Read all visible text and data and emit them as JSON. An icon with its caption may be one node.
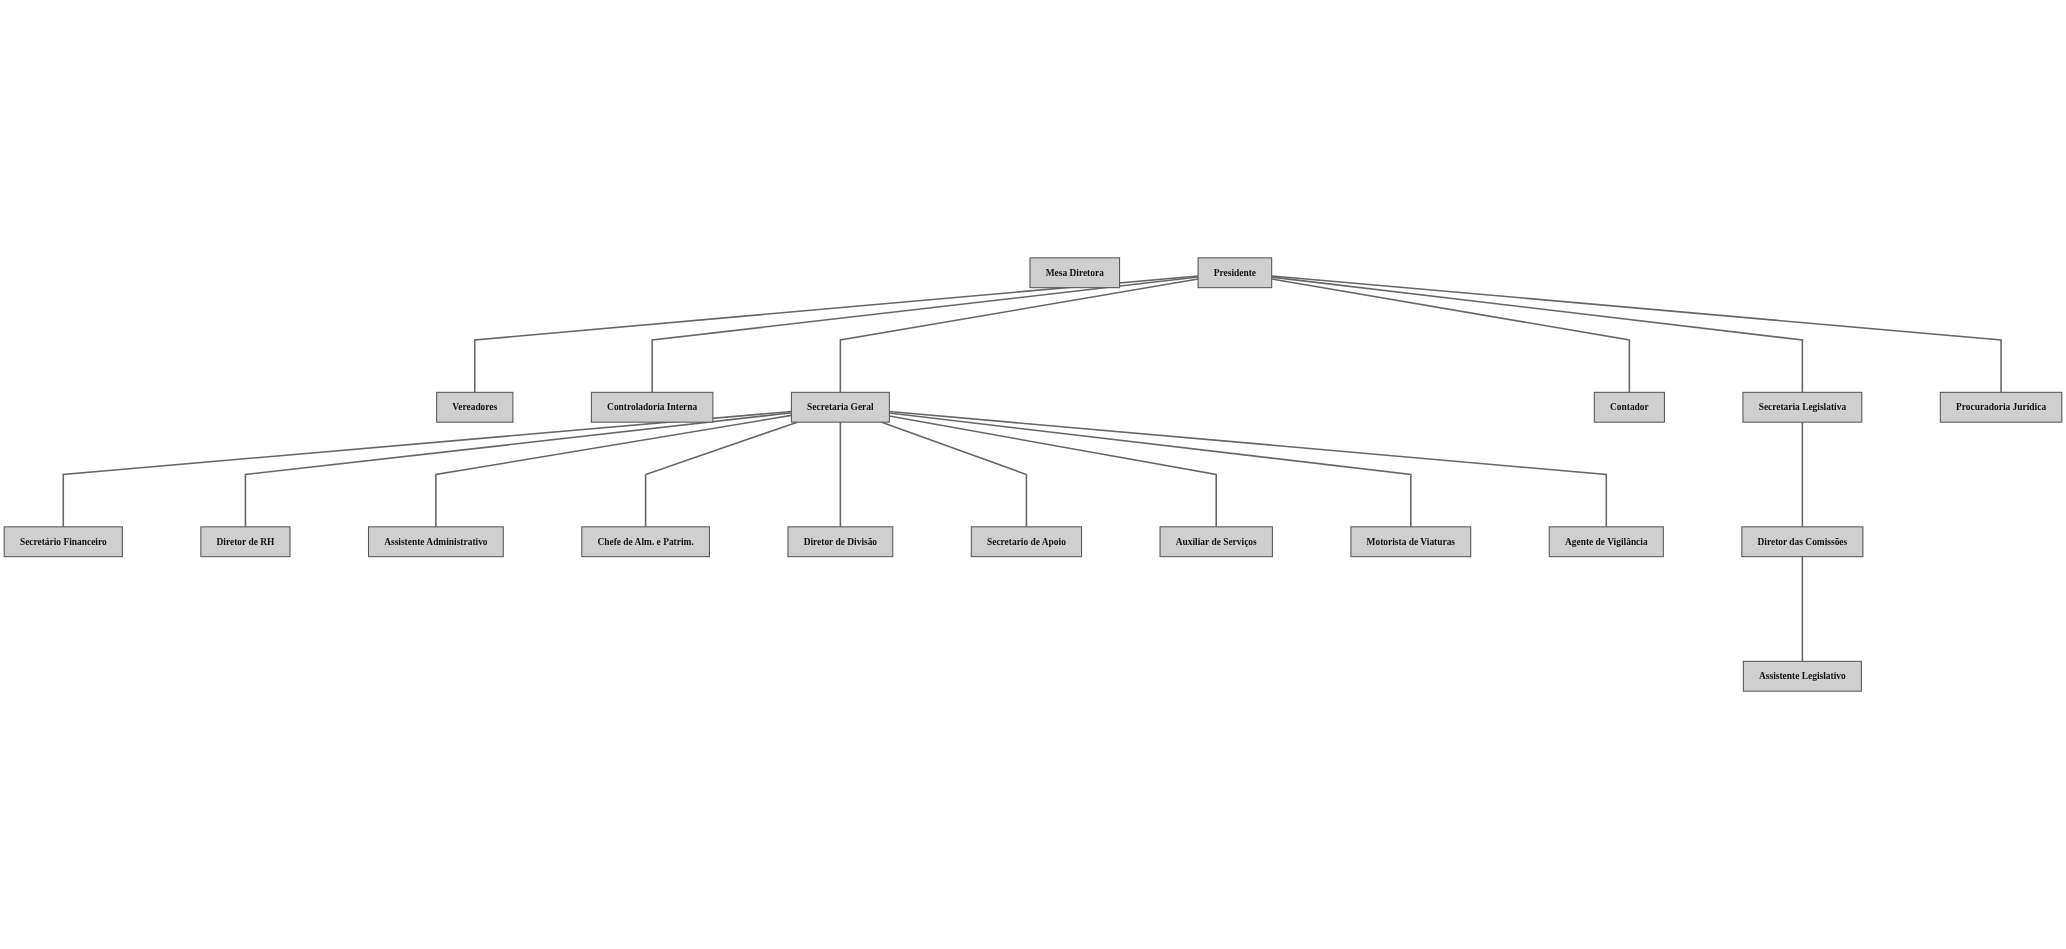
{
  "diagram": {
    "nodes": [
      {
        "text": [
          "Mesa Diretora"
        ]
      },
      {
        "text": [
          "Presidente"
        ]
      },
      {
        "text": [
          "Vereadores"
        ]
      },
      {
        "text": [
          "Controladoria Interna"
        ]
      },
      {
        "text": [
          "Secretaria Geral"
        ]
      },
      {
        "text": [
          "Contador"
        ]
      },
      {
        "text": [
          "Secretaria Legislativa"
        ]
      },
      {
        "text": [
          "Procuradoria Jurídica"
        ]
      },
      {
        "text": [
          "Secretário Financeiro"
        ]
      },
      {
        "text": [
          "Diretor de RH"
        ]
      },
      {
        "text": [
          "Assistente Administrativo"
        ]
      },
      {
        "text": [
          "Chefe de Alm. e Patrim."
        ]
      },
      {
        "text": [
          "Diretor de Divisão"
        ]
      },
      {
        "text": [
          "Secretario de Apoio"
        ]
      },
      {
        "text": [
          "Auxiliar de Serviços"
        ]
      },
      {
        "text": [
          "Motorista de Viaturas"
        ]
      },
      {
        "text": [
          "Agente de Vigilância"
        ]
      },
      {
        "text": [
          "Diretor das Comissões"
        ]
      },
      {
        "text": [
          "Assistente Legislativo"
        ]
      }
    ],
    "edges": [
      {
        "from": 1,
        "to": 2,
        "arrow": "none"
      },
      {
        "from": 1,
        "to": 3,
        "arrow": "none"
      },
      {
        "from": 1,
        "to": 4,
        "arrow": "none"
      },
      {
        "from": 1,
        "to": 5,
        "arrow": "none"
      },
      {
        "from": 1,
        "to": 6,
        "arrow": "none"
      },
      {
        "from": 1,
        "to": 7,
        "arrow": "none"
      },
      {
        "from": 4,
        "to": 8,
        "arrow": "none"
      },
      {
        "from": 4,
        "to": 9,
        "arrow": "none"
      },
      {
        "from": 4,
        "to": 10,
        "arrow": "none"
      },
      {
        "from": 4,
        "to": 11,
        "arrow": "none"
      },
      {
        "from": 4,
        "to": 12,
        "arrow": "none"
      },
      {
        "from": 4,
        "to": 13,
        "arrow": "none"
      },
      {
        "from": 4,
        "to": 14,
        "arrow": "none"
      },
      {
        "from": 4,
        "to": 15,
        "arrow": "none"
      },
      {
        "from": 4,
        "to": 16,
        "arrow": "none"
      },
      {
        "from": 6,
        "to": 17,
        "arrow": "none"
      },
      {
        "from": 17,
        "to": 18,
        "arrow": "none"
      }
    ]
  }
}
